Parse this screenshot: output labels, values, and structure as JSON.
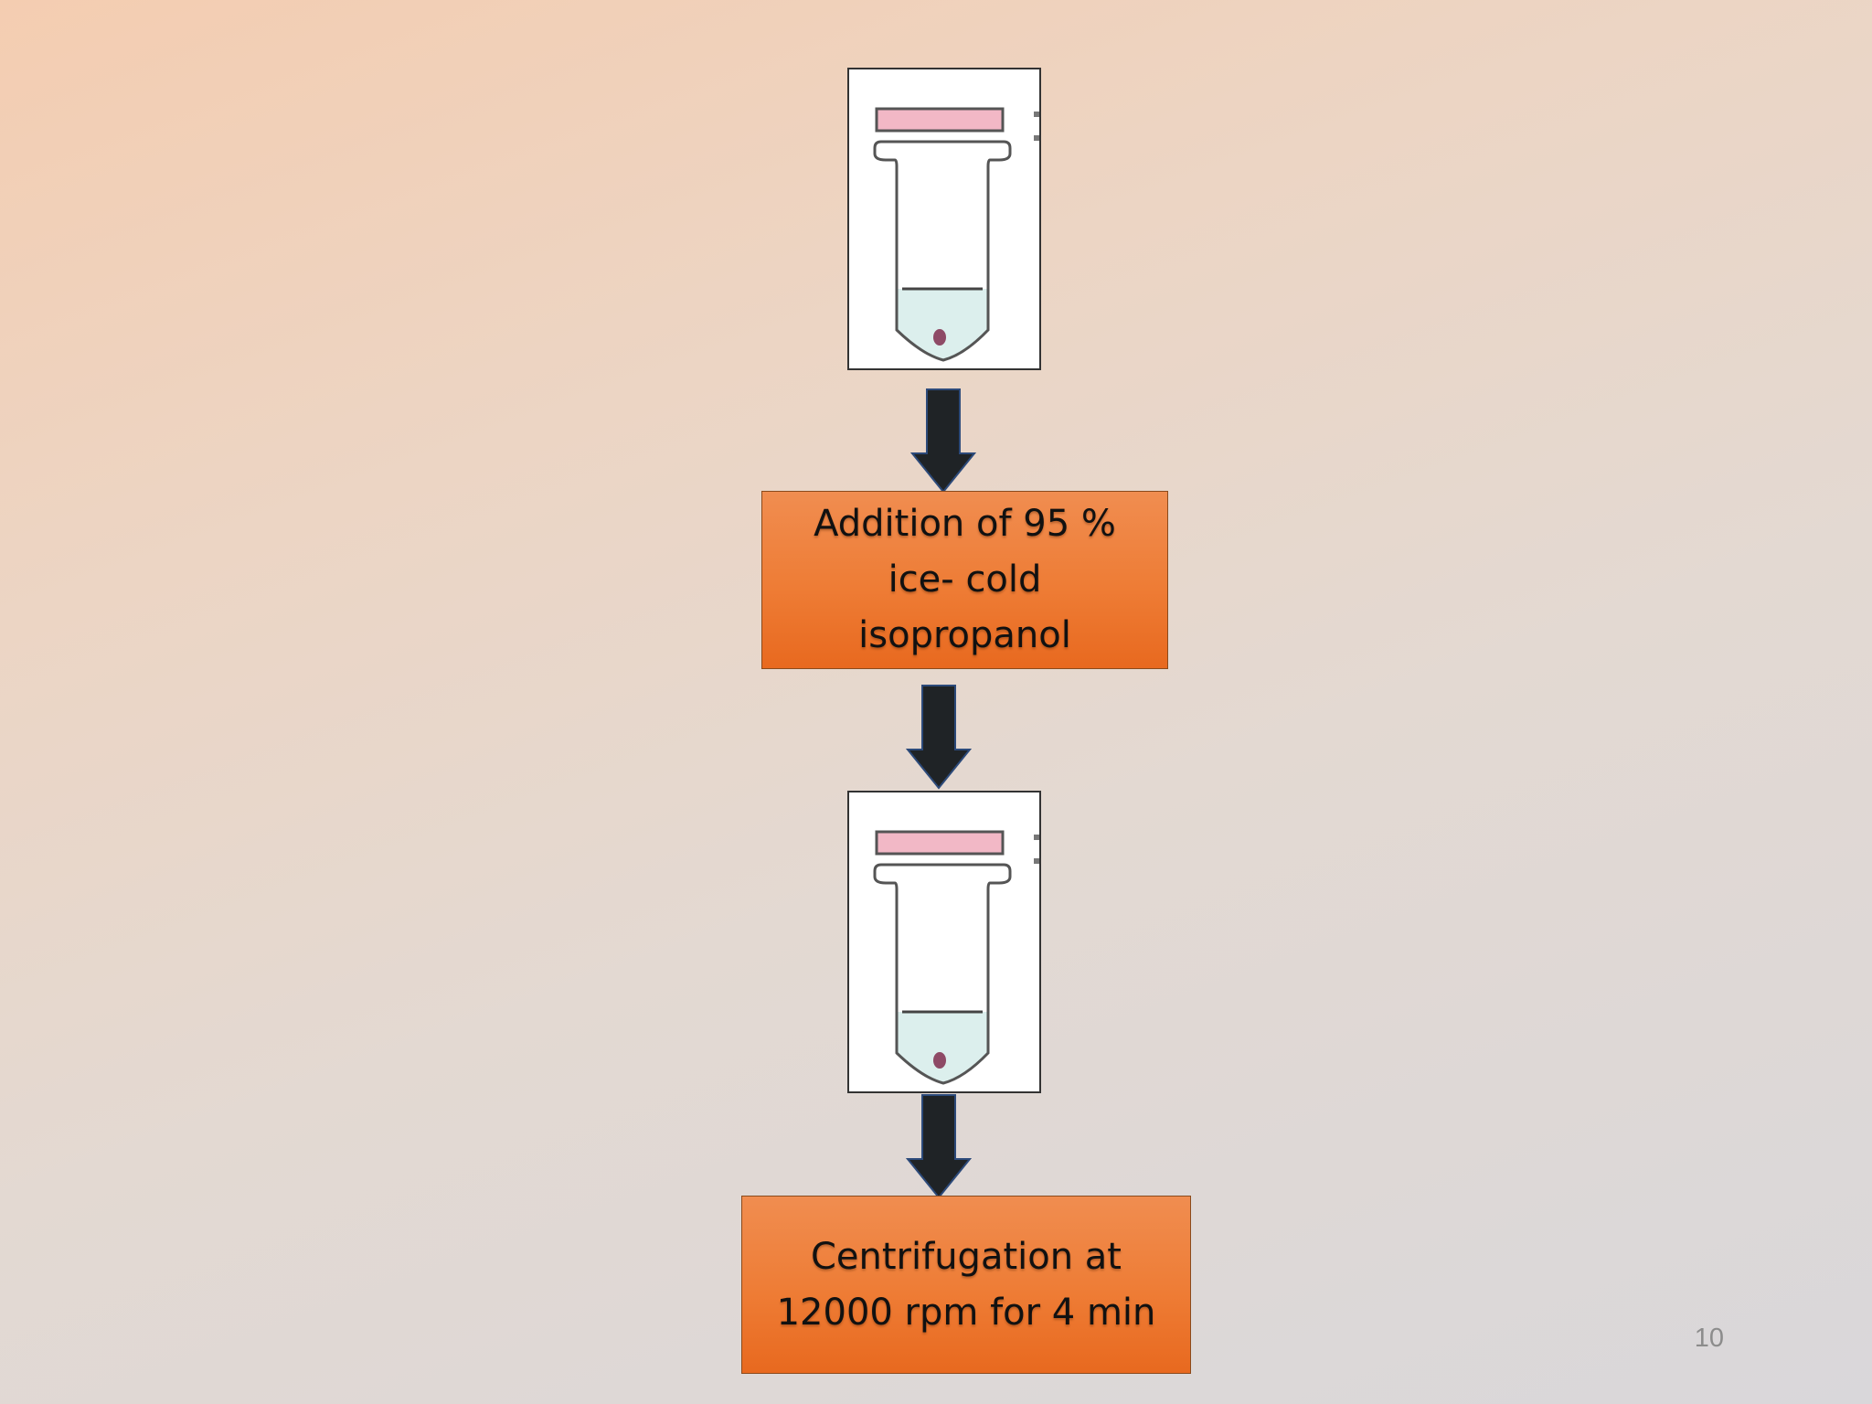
{
  "steps": [
    {
      "label": "Addition of 95 %\nice- cold\nisopropanol"
    },
    {
      "label": "Centrifugation at\n12000 rpm for 4 min"
    }
  ],
  "tubes": [
    {
      "icon": "microcentrifuge-tube-icon",
      "cap_color": "#f2b8c6",
      "liquid_color": "#dcefed",
      "pellet_color": "#8e4a66"
    },
    {
      "icon": "microcentrifuge-tube-icon",
      "cap_color": "#f2b8c6",
      "liquid_color": "#dcefed",
      "pellet_color": "#8e4a66"
    }
  ],
  "arrows": {
    "icon": "down-arrow-icon",
    "fill_color": "#1f2326",
    "stroke_color": "#2c4a7a"
  },
  "box_color": "#ee7c35",
  "page_number": "10"
}
